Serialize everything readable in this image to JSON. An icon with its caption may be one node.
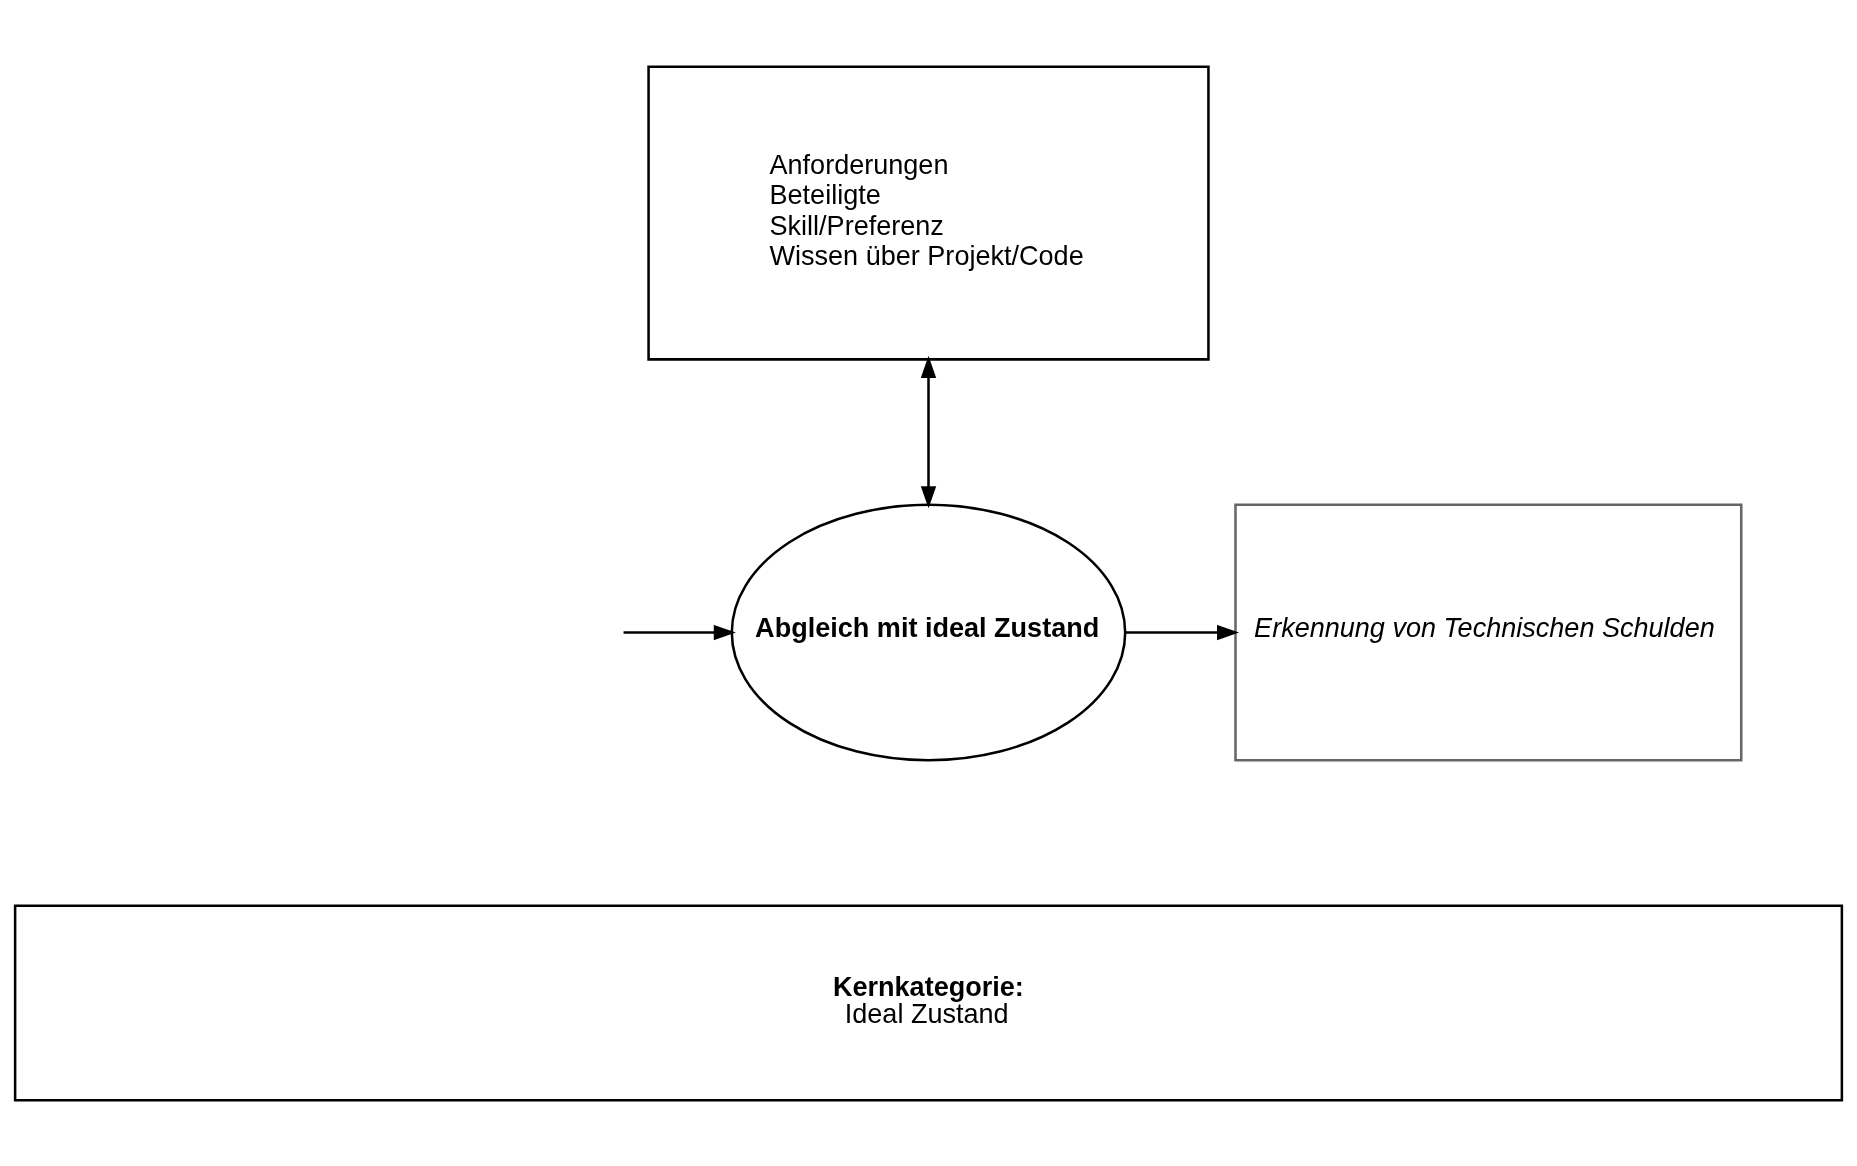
{
  "diagram": {
    "nodes": [
      {
        "text": [
          "Anforderungen",
          "Beteiligte",
          "Skill/Preferenz",
          "Wissen über Projekt/Code"
        ]
      },
      {
        "text": [
          "Abgleich mit ideal Zustand"
        ]
      },
      {
        "text": [
          "Erkennung von Technischen Schulden"
        ]
      },
      {
        "text": [
          "Kernkategorie:",
          "Ideal Zustand"
        ]
      }
    ],
    "edges": [
      {
        "from": 0,
        "to": 1,
        "arrow": "both"
      },
      {
        "from": null,
        "to": 1,
        "arrow": "to"
      },
      {
        "from": 1,
        "to": 2,
        "arrow": "to"
      }
    ]
  }
}
